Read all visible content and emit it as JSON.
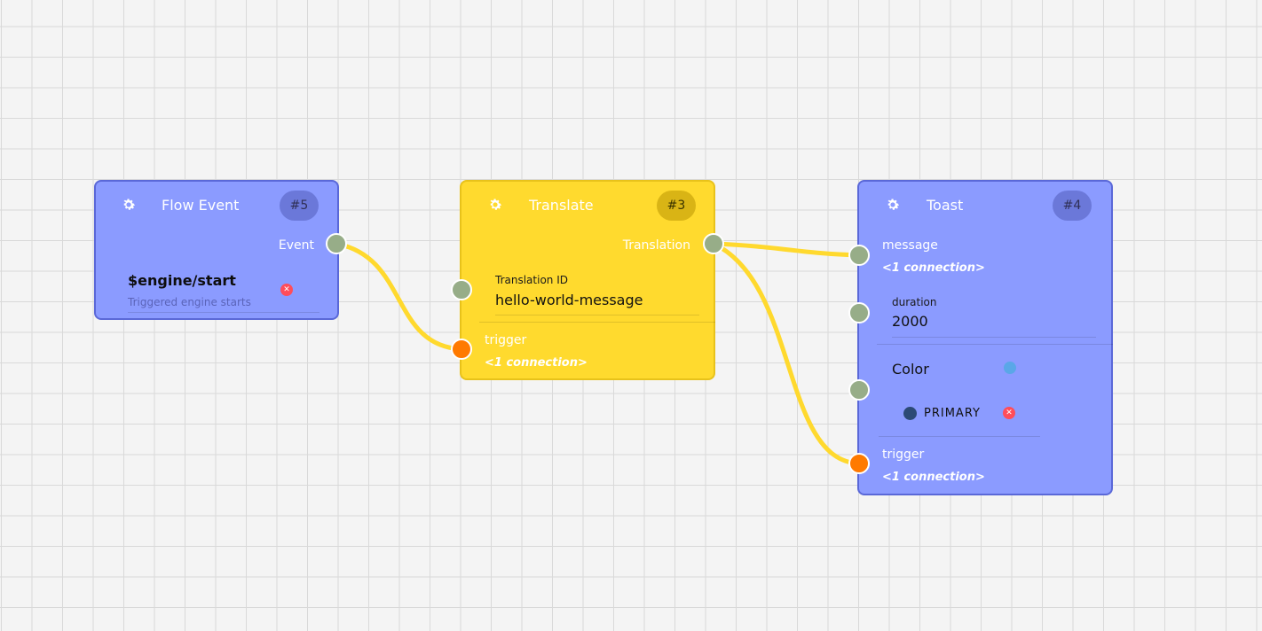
{
  "colors": {
    "blue_node": "#8b9bff",
    "yellow_node": "#ffda2e",
    "wire": "#ffd92e",
    "data_port": "#97ad88",
    "trigger_port": "#ff7a00",
    "remove": "#ff4d5a",
    "color_swatch": "#2c4a76",
    "color_port_hint": "#5aa7e8"
  },
  "nodes": {
    "flow_event": {
      "icon": "gear-icon",
      "title": "Flow Event",
      "badge": "#5",
      "output_label": "Event",
      "event_name": "$engine/start",
      "event_description": "Triggered engine starts",
      "remove_icon": "close-icon"
    },
    "translate": {
      "icon": "gear-icon",
      "title": "Translate",
      "badge": "#3",
      "output_label": "Translation",
      "field_label": "Translation ID",
      "field_value": "hello-world-message",
      "trigger_label": "trigger",
      "trigger_note": "<1 connection>"
    },
    "toast": {
      "icon": "gear-icon",
      "title": "Toast",
      "badge": "#4",
      "message_label": "message",
      "message_note": "<1 connection>",
      "duration_label": "duration",
      "duration_value": "2000",
      "color_label": "Color",
      "color_value": "PRIMARY",
      "trigger_label": "trigger",
      "trigger_note": "<1 connection>",
      "remove_icon": "close-icon"
    }
  }
}
